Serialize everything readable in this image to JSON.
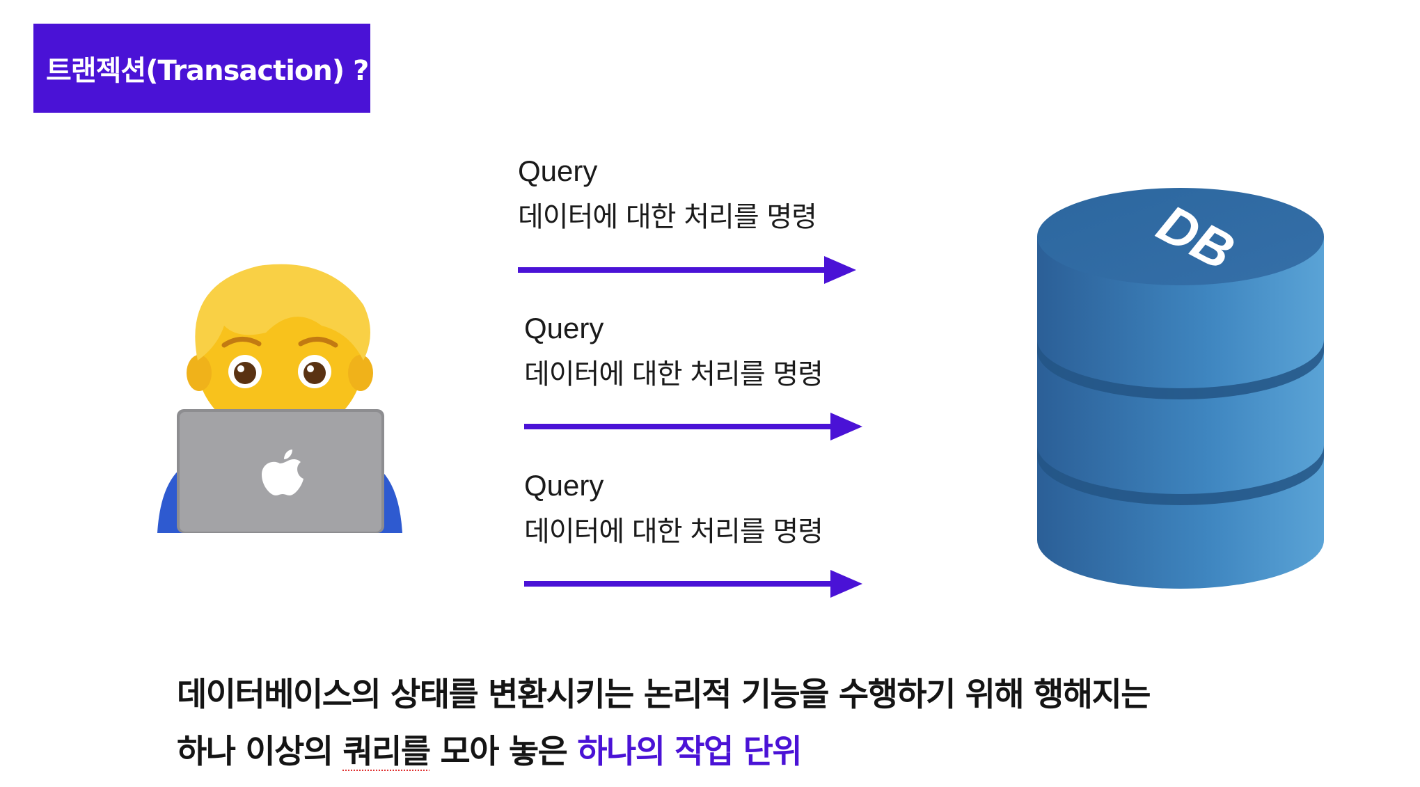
{
  "title": "트랜젝션(Transaction) ?",
  "queries": [
    {
      "label": "Query",
      "description": "데이터에 대한 처리를 명령"
    },
    {
      "label": "Query",
      "description": "데이터에 대한 처리를 명령"
    },
    {
      "label": "Query",
      "description": "데이터에 대한 처리를 명령"
    }
  ],
  "database": {
    "label": "DB",
    "icon": "database-cylinder-icon",
    "color": "#2f6fa8"
  },
  "user": {
    "icon": "technologist-with-laptop-icon"
  },
  "arrow_color": "#4a12d6",
  "summary": {
    "line1": "데이터베이스의 상태를 변환시키는 논리적 기능을 수행하기 위해 행해지는",
    "line2_a": "하나 이상의 ",
    "line2_b": "쿼리를",
    "line2_c": " 모아 놓은 ",
    "highlight": "하나의 작업 단위"
  }
}
